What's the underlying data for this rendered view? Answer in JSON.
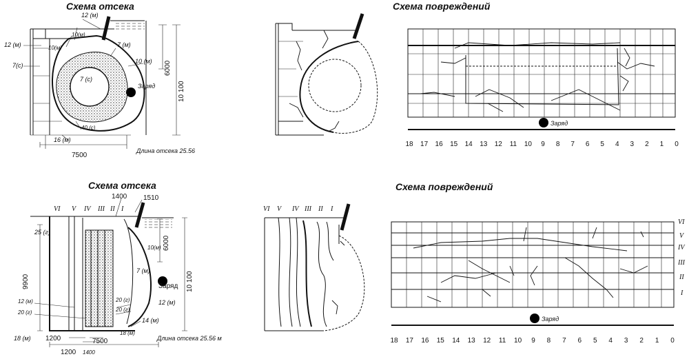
{
  "top_left": {
    "title": "Схема отсека",
    "labels": {
      "l12_top": "12 (м)",
      "l10_a": "10(м)",
      "l10_b": "10(м)",
      "l12_left": "12 (м)",
      "l7c_left": "7(с)",
      "l7m": "7 (м)",
      "l10_right": "10 (м)",
      "l7c_center": "7 (с)",
      "charge": "Заряд",
      "l40c": "40 (с)",
      "l16m": "16 (м)"
    },
    "dims": {
      "width": "7500",
      "d6000": "6000",
      "d10100": "10 100"
    },
    "length_note": "Длина отсека 25.56"
  },
  "top_right": {
    "title": "Схема повреждений",
    "charge": "Заряд",
    "scale": [
      "18",
      "17",
      "16",
      "15",
      "14",
      "13",
      "12",
      "11",
      "10",
      "9",
      "8",
      "7",
      "6",
      "5",
      "4",
      "3",
      "2",
      "1",
      "0"
    ]
  },
  "bottom_left": {
    "title": "Схема отсека",
    "romans": [
      "VI",
      "V",
      "IV",
      "III",
      "II",
      "I"
    ],
    "dims": {
      "d1400": "1400",
      "d1510": "1510",
      "d6000": "6000",
      "d10100": "10 100",
      "d9900": "9900",
      "d1200a": "1200",
      "d7500": "7500",
      "d1200b": "1200",
      "d1400b": "1400"
    },
    "labels": {
      "l25g": "25 (г)",
      "l10m": "10(м)",
      "l7m": "7 (м)",
      "l20g_a": "20 (г)",
      "l20g_b": "20 (г)",
      "l12m_right": "12 (м)",
      "l14m": "14 (м)",
      "l12m_left": "12 (м)",
      "l20g_left": "20 (г)",
      "l18m_left": "18 (м)",
      "l18m_mid": "18 (м)",
      "charge": "Заряд"
    },
    "length_note": "Длина отсека 25.56 м"
  },
  "bottom_middle": {
    "romans": [
      "VI",
      "V",
      "IV",
      "III",
      "II",
      "I"
    ]
  },
  "bottom_right": {
    "title": "Схема повреждений",
    "romans": [
      "VI",
      "V",
      "IV",
      "III",
      "II",
      "I"
    ],
    "charge": "Заряд",
    "scale": [
      "18",
      "17",
      "16",
      "15",
      "14",
      "13",
      "12",
      "11",
      "10",
      "9",
      "8",
      "7",
      "6",
      "5",
      "4",
      "3",
      "2",
      "1",
      "0"
    ]
  }
}
